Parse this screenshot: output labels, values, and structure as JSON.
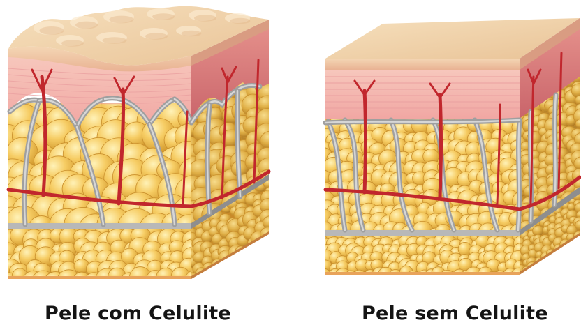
{
  "panels": [
    {
      "id": "with-cellulite",
      "caption": "Pele com Celulite",
      "surface": "bumpy"
    },
    {
      "id": "without-cellulite",
      "caption": "Pele sem Celulite",
      "surface": "flat"
    }
  ],
  "colors": {
    "epidermis_top": "#f0d2a8",
    "dermis": "#f3b3ad",
    "dermis_side": "#d9797a",
    "fat": "#f4c65a",
    "fat_highlight": "#fff0b0",
    "fat_shadow": "#cf8f24",
    "septa": "#a6a6a6",
    "vessel": "#c61e24",
    "base_fat": "#e9b24a"
  }
}
